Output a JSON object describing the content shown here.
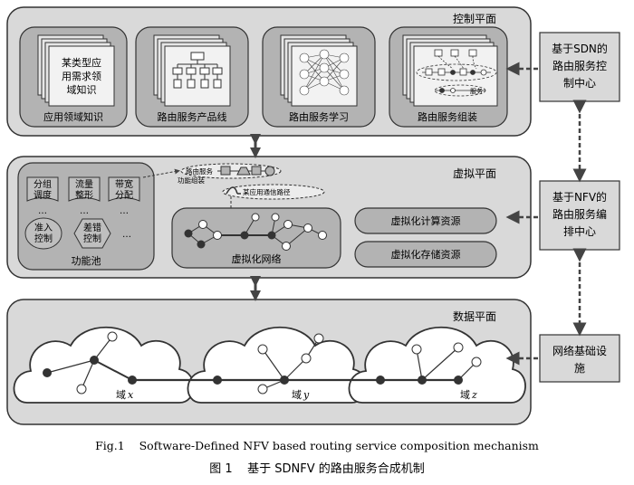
{
  "control_plane": {
    "title": "控制平面",
    "modules": [
      {
        "label": "应用领域知识",
        "card_text": [
          "某类型应",
          "用需求领",
          "域知识"
        ]
      },
      {
        "label": "路由服务产品线"
      },
      {
        "label": "路由服务学习"
      },
      {
        "label": "路由服务组装",
        "mini_label": "服务"
      }
    ]
  },
  "virtual_plane": {
    "title": "虚拟平面",
    "functions": [
      {
        "text": [
          "分组",
          "调度"
        ]
      },
      {
        "text": [
          "流量",
          "整形"
        ]
      },
      {
        "text": [
          "带宽",
          "分配"
        ]
      },
      {
        "text": [
          "准入",
          "控制"
        ]
      },
      {
        "text": [
          "差错",
          "控制"
        ]
      }
    ],
    "ellipsis": "…",
    "pool_label": "功能池",
    "assembly_label": "功能组装",
    "service_label": "路由服务",
    "path_label": "某应用通信路径",
    "network_label": "虚拟化网络",
    "compute_label": "虚拟化计算资源",
    "storage_label": "虚拟化存储资源"
  },
  "data_plane": {
    "title": "数据平面",
    "domains": [
      {
        "prefix": "域",
        "var": "x"
      },
      {
        "prefix": "域",
        "var": "y"
      },
      {
        "prefix": "域",
        "var": "z"
      }
    ]
  },
  "side_boxes": [
    {
      "lines": [
        "基于SDN的",
        "路由服务控",
        "制中心"
      ]
    },
    {
      "lines": [
        "基于NFV的",
        "路由服务编",
        "排中心"
      ]
    },
    {
      "lines": [
        "网络基础设",
        "施"
      ]
    }
  ],
  "caption": {
    "en": "Fig.1    Software-Defined NFV based routing service composition mechanism",
    "zh": "图 1    基于 SDNFV 的路由服务合成机制"
  },
  "colors": {
    "panel_fill": "#d9d9d9",
    "module_fill": "#b3b3b3",
    "outline": "#333333",
    "node_dark": "#333333"
  }
}
